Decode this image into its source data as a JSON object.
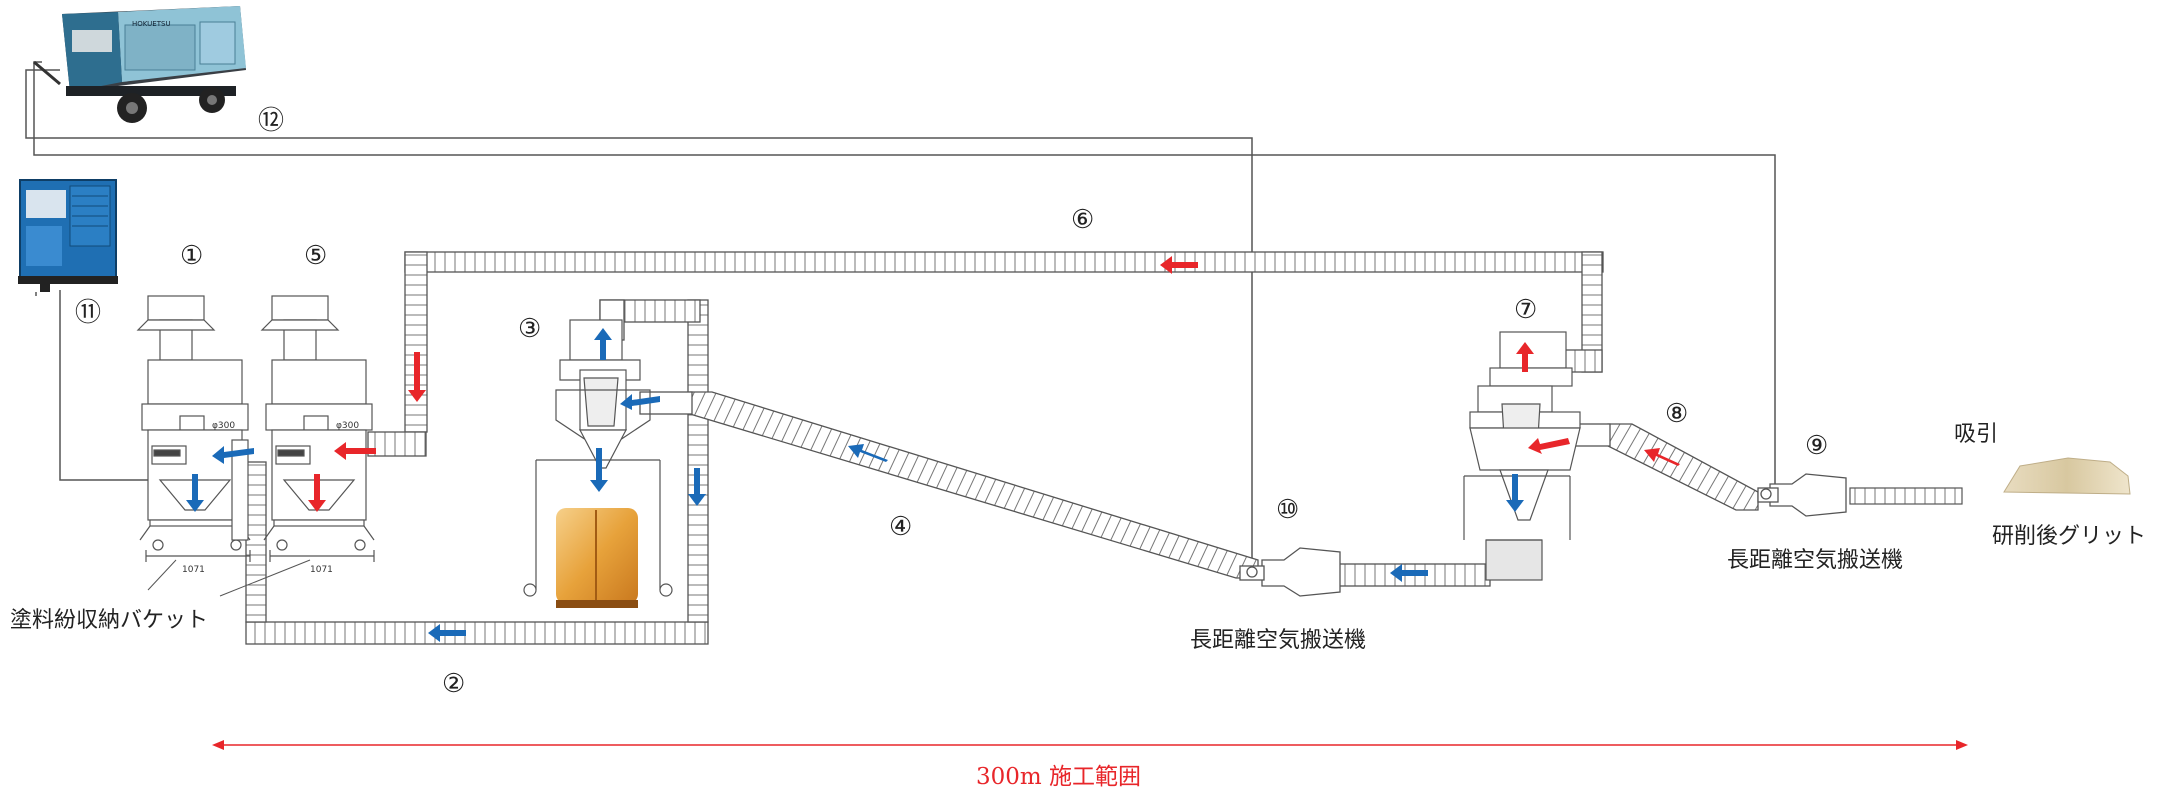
{
  "numbers": {
    "n1": "①",
    "n2": "②",
    "n3": "③",
    "n4": "④",
    "n5": "⑤",
    "n6": "⑥",
    "n7": "⑦",
    "n8": "⑧",
    "n9": "⑨",
    "n10": "⑩",
    "n11": "⑪",
    "n12": "⑫"
  },
  "labels": {
    "bucket": "塗料紛収納バケット",
    "conveyor_mid": "長距離空気搬送機",
    "conveyor_right": "長距離空気搬送機",
    "suction": "吸引",
    "grit": "研削後グリット",
    "range": "300m 施工範囲"
  },
  "machine_text": {
    "phi1": "φ300",
    "phi2": "φ300",
    "dim1": "1071",
    "dim2": "1071",
    "brand": "HOKUETSU"
  },
  "colors": {
    "red_arrow": "#e8262a",
    "blue_arrow": "#1a6ab8",
    "line": "#555555",
    "range_line": "#e8262a"
  }
}
